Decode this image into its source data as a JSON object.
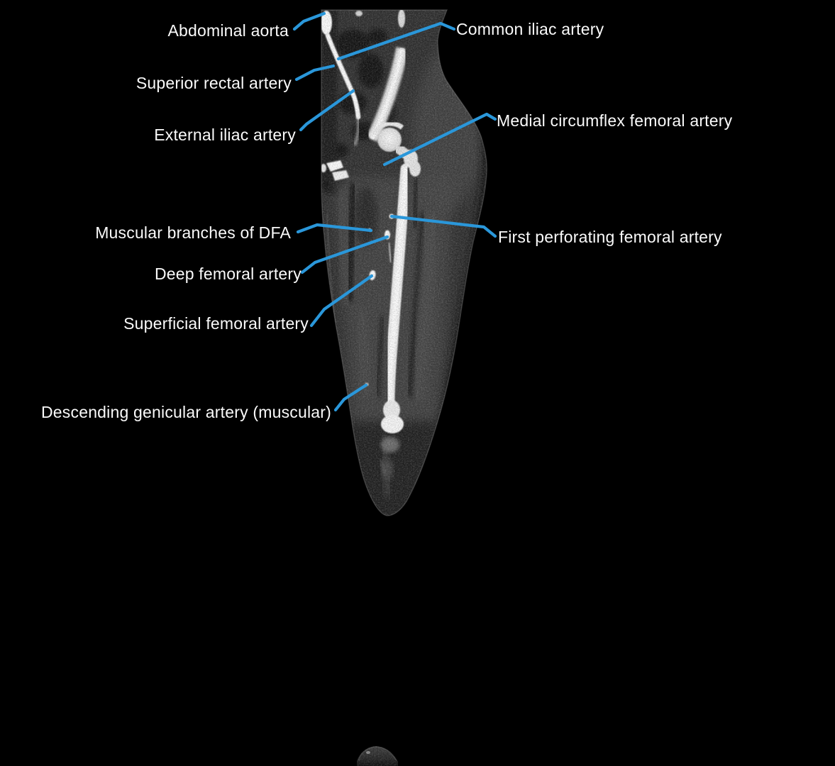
{
  "colors": {
    "background": "#000000",
    "label_text": "#fafafa",
    "leader_line": "#2a97da"
  },
  "labels": [
    {
      "id": "abdominal-aorta",
      "text": "Abdominal aorta",
      "side": "left"
    },
    {
      "id": "common-iliac-artery",
      "text": "Common iliac artery",
      "side": "right"
    },
    {
      "id": "superior-rectal-artery",
      "text": "Superior rectal artery",
      "side": "left"
    },
    {
      "id": "external-iliac-artery",
      "text": "External iliac artery",
      "side": "left"
    },
    {
      "id": "medial-circumflex-femoral-artery",
      "text": "Medial circumflex femoral artery",
      "side": "right"
    },
    {
      "id": "muscular-branches-of-dfa",
      "text": "Muscular branches of DFA",
      "side": "left"
    },
    {
      "id": "first-perforating-femoral-artery",
      "text": "First perforating femoral artery",
      "side": "right"
    },
    {
      "id": "deep-femoral-artery",
      "text": "Deep femoral artery",
      "side": "left"
    },
    {
      "id": "superficial-femoral-artery",
      "text": "Superficial femoral artery",
      "side": "left"
    },
    {
      "id": "descending-genicular-artery",
      "text": "Descending genicular artery (muscular)",
      "side": "left"
    }
  ]
}
